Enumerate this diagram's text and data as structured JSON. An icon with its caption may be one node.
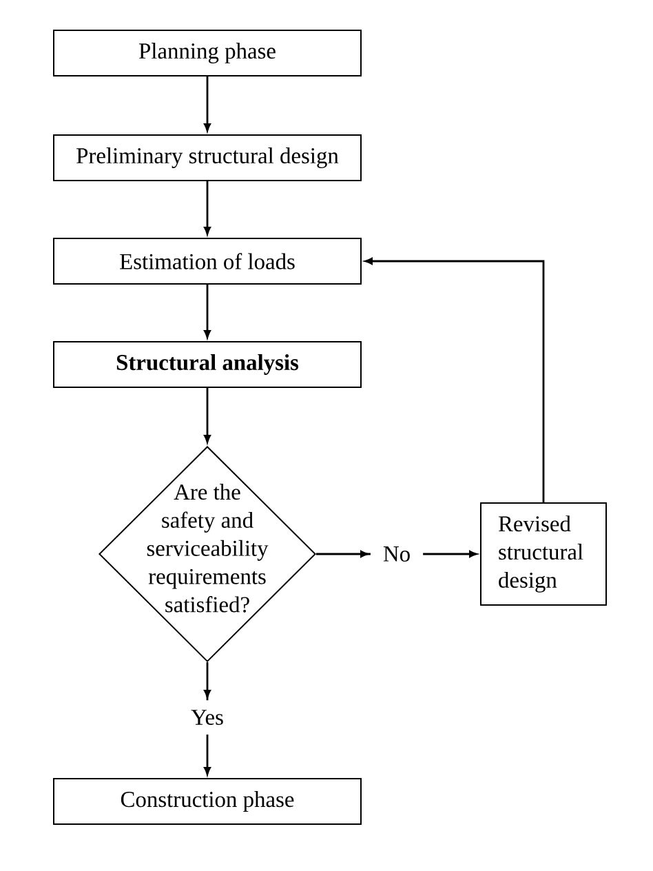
{
  "diagram": {
    "nodes": [
      {
        "text": [
          "Planning phase"
        ]
      },
      {
        "text": [
          "Preliminary structural design"
        ]
      },
      {
        "text": [
          "Estimation of loads"
        ]
      },
      {
        "text": [
          "Structural analysis"
        ]
      },
      {
        "text": [
          "Are the safety and serviceability requirements satisfied?"
        ]
      },
      {
        "text": [
          "Revised structural design"
        ]
      },
      {
        "text": [
          "Construction phase"
        ]
      }
    ],
    "edges": [
      {
        "from": 0,
        "to": 1,
        "arrow": "to"
      },
      {
        "from": 1,
        "to": 2,
        "arrow": "to"
      },
      {
        "from": 2,
        "to": 3,
        "arrow": "to"
      },
      {
        "from": 3,
        "to": 4,
        "arrow": "to"
      },
      {
        "from": 4,
        "to": 5,
        "arrow": "to",
        "label": "No"
      },
      {
        "from": 5,
        "to": 2,
        "arrow": "to"
      },
      {
        "from": 4,
        "to": 6,
        "arrow": "to",
        "label": "Yes"
      }
    ]
  }
}
